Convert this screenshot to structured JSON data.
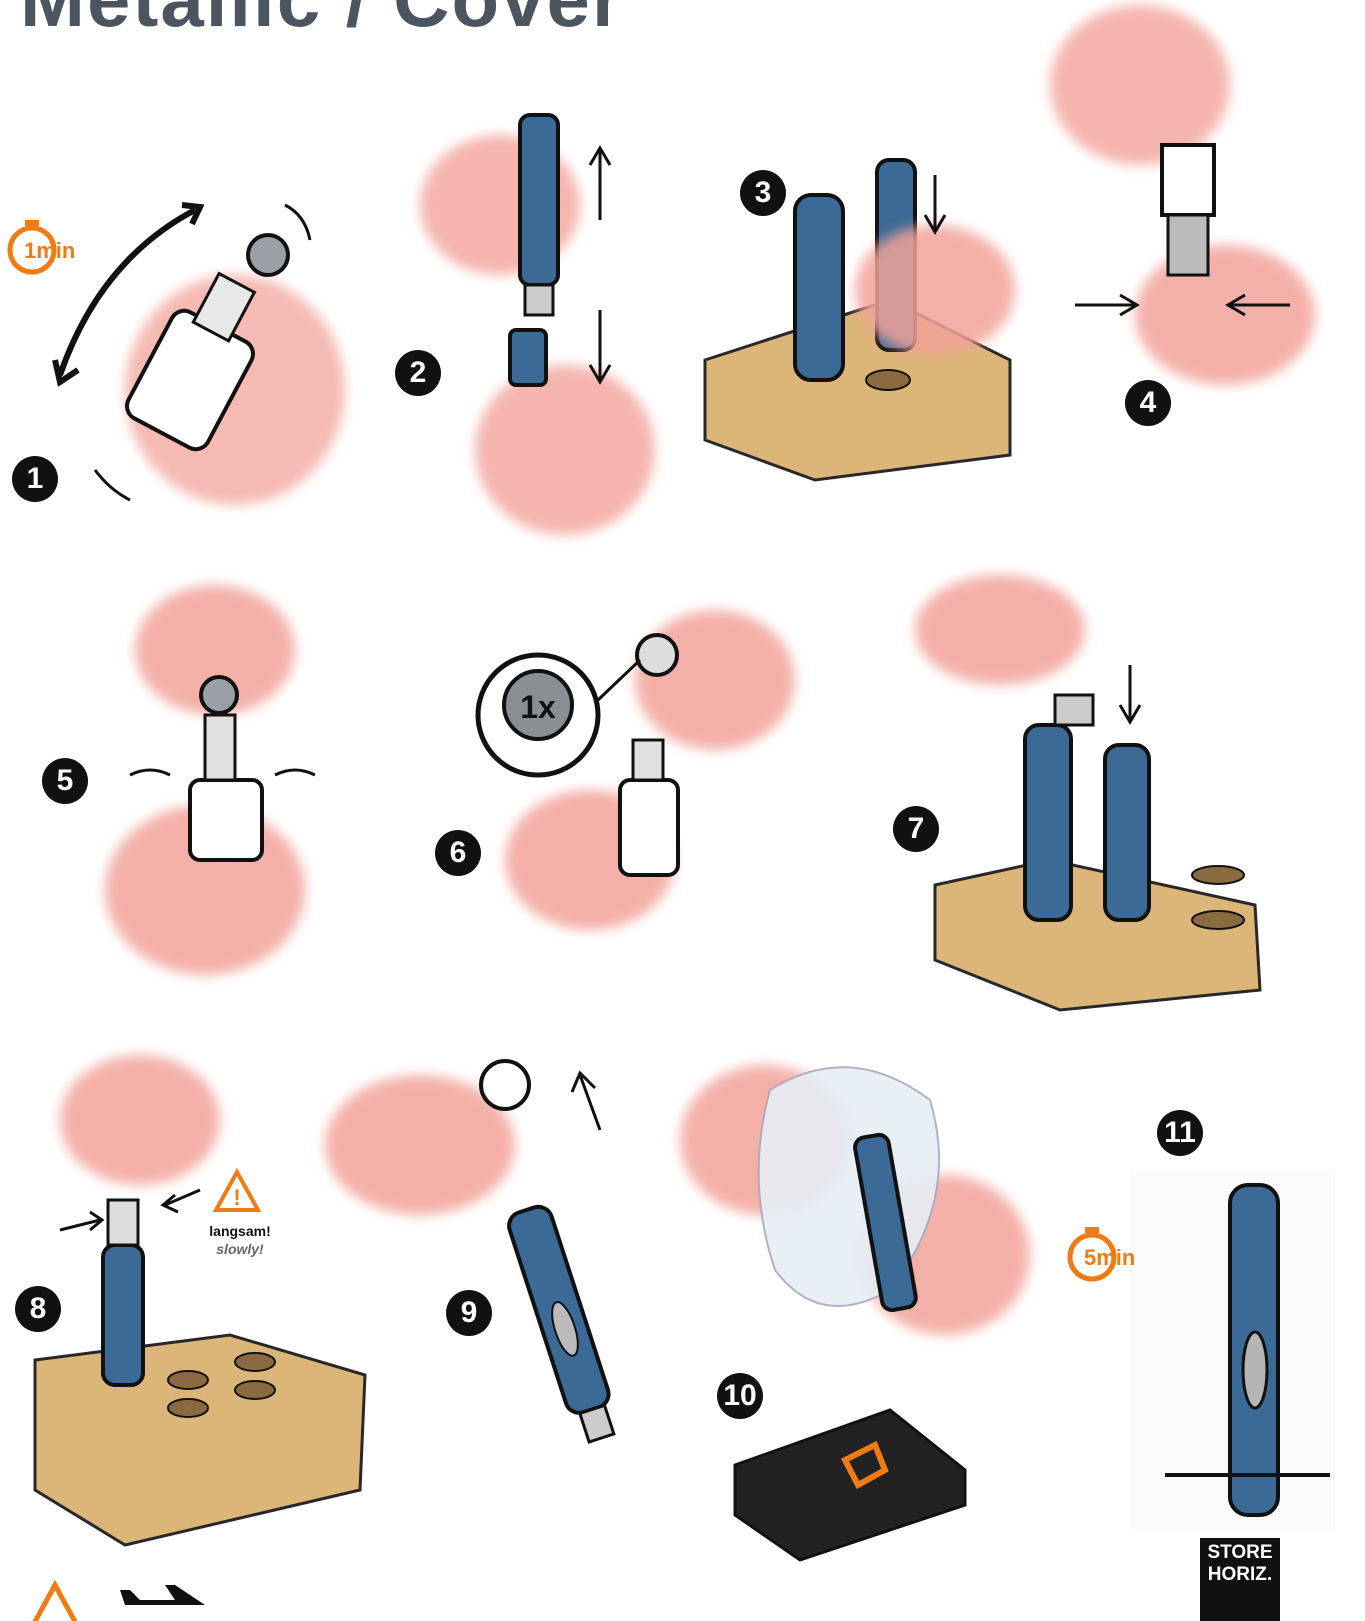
{
  "title": "Metallic / Cover",
  "steps": [
    "1",
    "2",
    "3",
    "4",
    "5",
    "6",
    "7",
    "8",
    "9",
    "10",
    "11"
  ],
  "timer1": {
    "value": "1",
    "unit": "min"
  },
  "timer2": {
    "value": "5",
    "unit": "min"
  },
  "inset_label": "1x",
  "warning": {
    "de": "langsam!",
    "en": "slowly!"
  },
  "store_badge": {
    "line1": "STORE",
    "line2": "HORIZ."
  },
  "colors": {
    "skin": "#f2a39a",
    "pen_blue": "#3b6a96",
    "box_tan": "#d9ad6a",
    "accent_orange": "#f07a14",
    "ink": "#111111"
  }
}
